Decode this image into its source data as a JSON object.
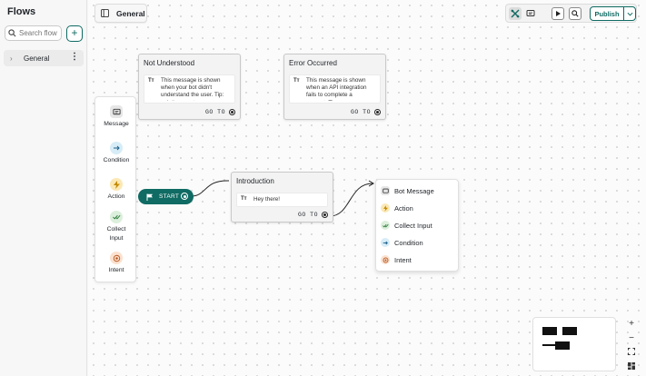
{
  "sidebar": {
    "title": "Flows",
    "search_placeholder": "Search flows",
    "add_label": "+",
    "flows": [
      {
        "label": "General"
      }
    ]
  },
  "tab": {
    "label": "General"
  },
  "toolbar": {
    "publish_label": "Publish"
  },
  "nodes": {
    "not_understood": {
      "title": "Not Understood",
      "message": "This message is shown when your bot didn't understand the user. Tip: ask the user to...",
      "goto": "GO TO"
    },
    "error_occurred": {
      "title": "Error Occurred",
      "message": "This message is shown when an API integration fails to complete a request. Tip: ...",
      "goto": "GO TO"
    },
    "introduction": {
      "title": "Introduction",
      "message": "Hey there!",
      "goto": "GO TO"
    },
    "start": {
      "label": "START"
    }
  },
  "text_marker": "Tт",
  "palette": [
    {
      "label": "Message",
      "icon": "message-icon",
      "color": "#e6e6e6"
    },
    {
      "label": "Condition",
      "icon": "arrow-right-icon",
      "color": "#d6ecf7"
    },
    {
      "label": "Action",
      "icon": "lightning-icon",
      "color": "#fbe8b5"
    },
    {
      "label": "Collect Input",
      "icon": "double-check-icon",
      "color": "#dcefdc"
    },
    {
      "label": "Intent",
      "icon": "target-icon",
      "color": "#fbe1cf"
    }
  ],
  "add_menu": [
    {
      "label": "Bot Message",
      "icon": "message-icon",
      "color": "#e6e6e6"
    },
    {
      "label": "Action",
      "icon": "lightning-icon",
      "color": "#fbe8b5"
    },
    {
      "label": "Collect Input",
      "icon": "double-check-icon",
      "color": "#dcefdc"
    },
    {
      "label": "Condition",
      "icon": "arrow-right-icon",
      "color": "#d6ecf7"
    },
    {
      "label": "Intent",
      "icon": "target-icon",
      "color": "#fbe1cf"
    }
  ],
  "zoom": {
    "in": "+",
    "out": "−"
  },
  "colors": {
    "accent": "#0f6b63"
  }
}
